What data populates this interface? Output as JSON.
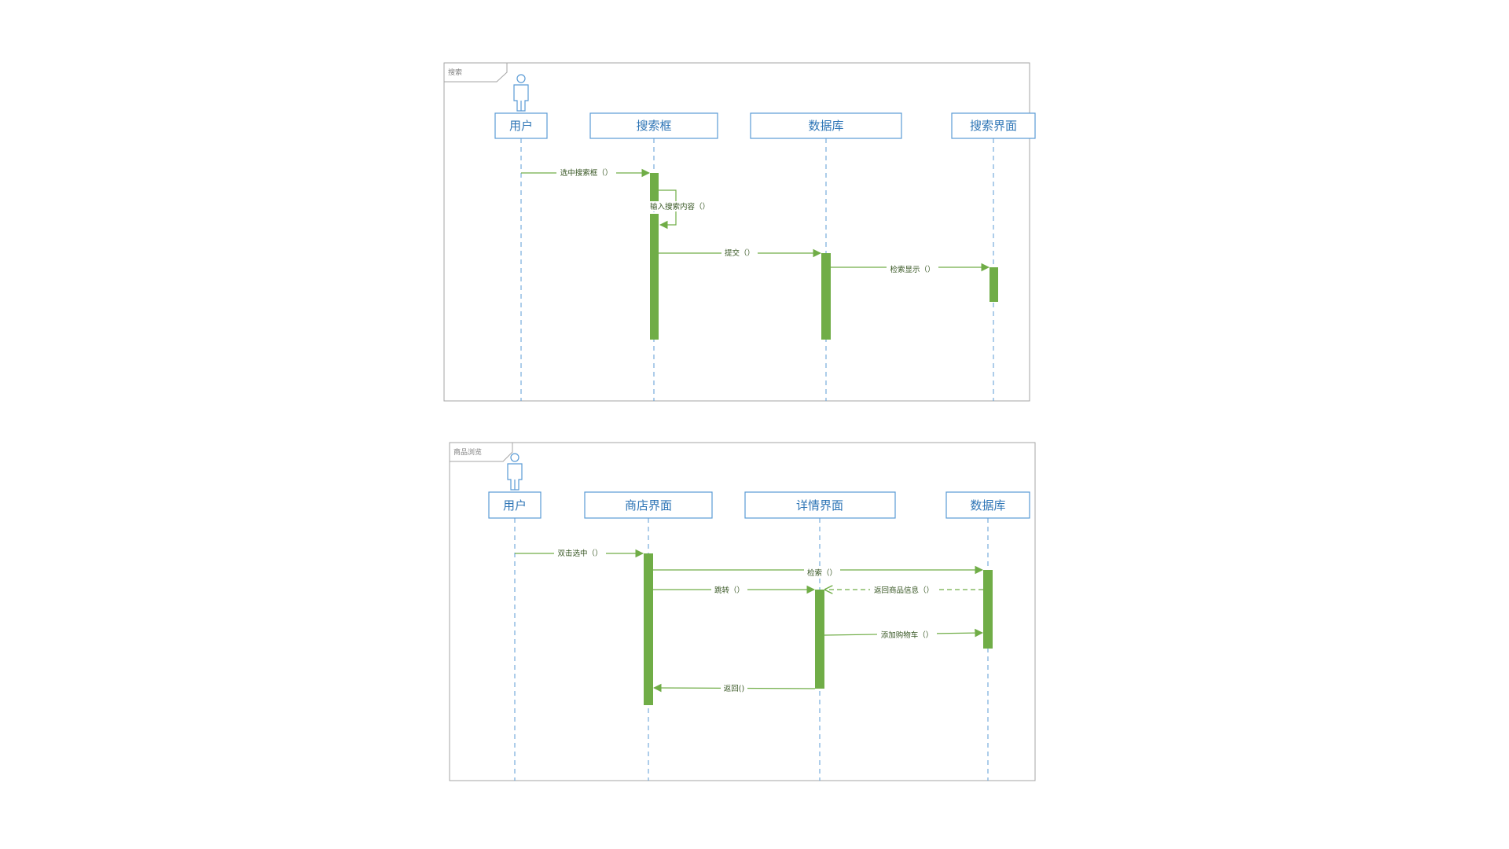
{
  "diagrams": [
    {
      "frame_title": "搜索",
      "participants": [
        "用户",
        "搜索框",
        "数据库",
        "搜索界面"
      ],
      "messages": [
        {
          "label": "选中搜索框（）",
          "from": 0,
          "to": 1,
          "kind": "call"
        },
        {
          "label": "输入搜索内容（）",
          "from": 1,
          "to": 1,
          "kind": "self"
        },
        {
          "label": "提交（）",
          "from": 1,
          "to": 2,
          "kind": "call"
        },
        {
          "label": "检索显示（）",
          "from": 2,
          "to": 3,
          "kind": "call"
        }
      ]
    },
    {
      "frame_title": "商品浏览",
      "participants": [
        "用户",
        "商店界面",
        "详情界面",
        "数据库"
      ],
      "messages": [
        {
          "label": "双击选中（）",
          "from": 0,
          "to": 1,
          "kind": "call"
        },
        {
          "label": "检索（）",
          "from": 1,
          "to": 3,
          "kind": "call"
        },
        {
          "label": "跳转（）",
          "from": 1,
          "to": 2,
          "kind": "call"
        },
        {
          "label": "返回商品信息（）",
          "from": 3,
          "to": 2,
          "kind": "return"
        },
        {
          "label": "添加购物车（）",
          "from": 2,
          "to": 3,
          "kind": "call"
        },
        {
          "label": "返回()",
          "from": 2,
          "to": 1,
          "kind": "call"
        }
      ]
    }
  ]
}
